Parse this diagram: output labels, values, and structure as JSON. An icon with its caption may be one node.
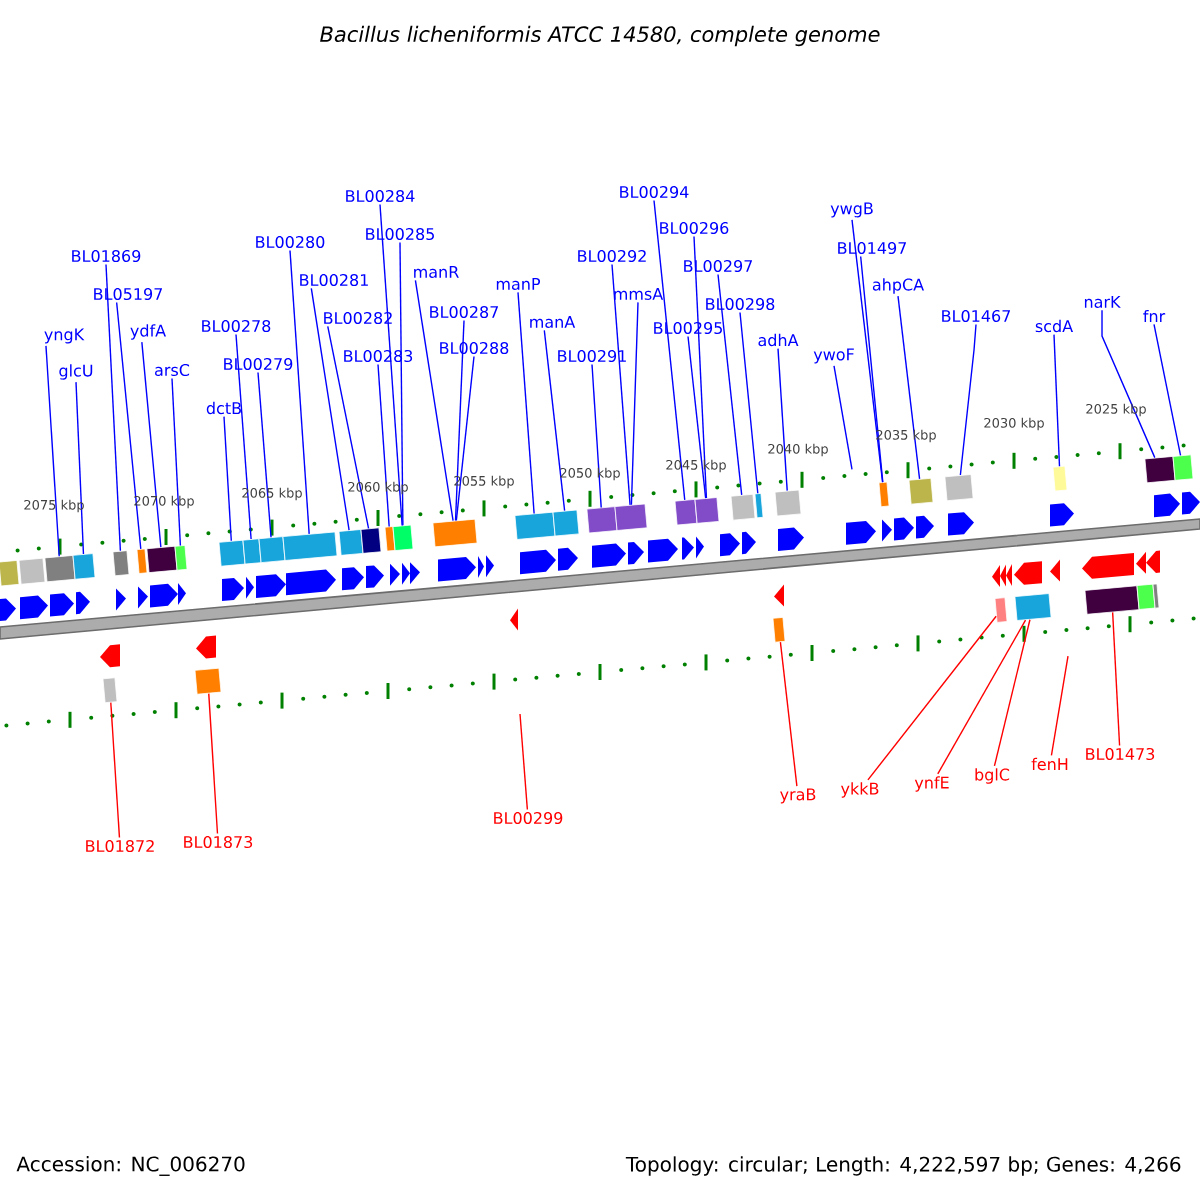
{
  "diagram": {
    "title": "*Bacillus licheniformis* ATCC 14580, complete genome",
    "nodes": [
      {
        "text": [
          "yngK"
        ]
      },
      {
        "text": [
          "glcU"
        ]
      },
      {
        "text": [
          "BL01869"
        ]
      },
      {
        "text": [
          "BL05197"
        ]
      },
      {
        "text": [
          "ydfA"
        ]
      },
      {
        "text": [
          "arsC"
        ]
      },
      {
        "text": [
          "BL00278"
        ]
      },
      {
        "text": [
          "BL00279"
        ]
      },
      {
        "text": [
          "dctB"
        ]
      },
      {
        "text": [
          "BL00280"
        ]
      },
      {
        "text": [
          "BL00281"
        ]
      },
      {
        "text": [
          "BL00282"
        ]
      },
      {
        "text": [
          "BL00283"
        ]
      },
      {
        "text": [
          "BL00284"
        ]
      },
      {
        "text": [
          "BL00285"
        ]
      },
      {
        "text": [
          "manR"
        ]
      },
      {
        "text": [
          "BL00287"
        ]
      },
      {
        "text": [
          "BL00288"
        ]
      },
      {
        "text": [
          "manP"
        ]
      },
      {
        "text": [
          "manA"
        ]
      },
      {
        "text": [
          "BL00291"
        ]
      },
      {
        "text": [
          "BL00292"
        ]
      },
      {
        "text": [
          "mmsA"
        ]
      },
      {
        "text": [
          "BL00294"
        ]
      },
      {
        "text": [
          "BL00295"
        ]
      },
      {
        "text": [
          "BL00296"
        ]
      },
      {
        "text": [
          "BL00297"
        ]
      },
      {
        "text": [
          "BL00298"
        ]
      },
      {
        "text": [
          "adhA"
        ]
      },
      {
        "text": [
          "ywoF"
        ]
      },
      {
        "text": [
          "ywgB"
        ]
      },
      {
        "text": [
          "BL01497"
        ]
      },
      {
        "text": [
          "ahpCA"
        ]
      },
      {
        "text": [
          "BL01467"
        ]
      },
      {
        "text": [
          "scdA"
        ]
      },
      {
        "text": [
          "narK"
        ]
      },
      {
        "text": [
          "fnr"
        ]
      },
      {
        "text": [
          "BL01872"
        ]
      },
      {
        "text": [
          "BL01873"
        ]
      },
      {
        "text": [
          "BL00299"
        ]
      },
      {
        "text": [
          "yraB"
        ]
      },
      {
        "text": [
          "ykkB"
        ]
      },
      {
        "text": [
          "ynfE"
        ]
      },
      {
        "text": [
          "bglC"
        ]
      },
      {
        "text": [
          "fenH"
        ]
      },
      {
        "text": [
          "BL01473"
        ]
      },
      {
        "text": [],
        "shape": "box"
      },
      {
        "text": [],
        "shape": "box"
      },
      {
        "text": [],
        "shape": "box"
      },
      {
        "text": [],
        "shape": "box"
      },
      {
        "text": [],
        "shape": "box"
      },
      {
        "text": [],
        "shape": "box"
      },
      {
        "text": [],
        "shape": "box"
      },
      {
        "text": [],
        "shape": "box"
      },
      {
        "text": [],
        "shape": "box"
      },
      {
        "text": [],
        "shape": "box"
      },
      {
        "text": [],
        "shape": "box"
      },
      {
        "text": [],
        "shape": "box"
      },
      {
        "text": [],
        "shape": "box"
      },
      {
        "text": [],
        "shape": "box"
      },
      {
        "text": [],
        "shape": "box"
      },
      {
        "text": [],
        "shape": "box"
      },
      {
        "text": [],
        "shape": "box"
      },
      {
        "text": [],
        "shape": "box"
      },
      {
        "text": [],
        "shape": "box"
      },
      {
        "text": [],
        "shape": "box"
      },
      {
        "text": [],
        "shape": "box"
      },
      {
        "text": [],
        "shape": "box"
      },
      {
        "text": [],
        "shape": "box"
      },
      {
        "text": [],
        "shape": "box"
      },
      {
        "text": [],
        "shape": "box"
      },
      {
        "text": [],
        "shape": "box"
      },
      {
        "text": [],
        "shape": "box"
      },
      {
        "text": [],
        "shape": "box"
      },
      {
        "text": [],
        "shape": "box"
      },
      {
        "text": [],
        "shape": "box"
      },
      {
        "text": [],
        "shape": "box"
      },
      {
        "text": [],
        "shape": "box"
      },
      {
        "text": [],
        "shape": "box"
      },
      {
        "text": [],
        "shape": "box"
      },
      {
        "text": [],
        "shape": "box"
      },
      {
        "text": [],
        "shape": "box"
      },
      {
        "text": [],
        "shape": "box"
      },
      {
        "text": [],
        "shape": "box"
      },
      {
        "text": [],
        "shape": "box"
      },
      {
        "text": [],
        "shape": "box"
      }
    ],
    "edges": [
      {
        "from": 0,
        "to": 48,
        "arrow": "none"
      },
      {
        "from": 1,
        "to": 49,
        "arrow": "none"
      },
      {
        "from": 2,
        "to": 50,
        "arrow": "none"
      },
      {
        "from": 3,
        "to": 51,
        "arrow": "none"
      },
      {
        "from": 4,
        "to": 52,
        "arrow": "none"
      },
      {
        "from": 5,
        "to": 53,
        "arrow": "none"
      },
      {
        "from": 6,
        "to": 55,
        "arrow": "none"
      },
      {
        "from": 7,
        "to": 56,
        "arrow": "none"
      },
      {
        "from": 8,
        "to": 54,
        "arrow": "none"
      },
      {
        "from": 9,
        "to": 57,
        "arrow": "none"
      },
      {
        "from": 10,
        "to": 58,
        "arrow": "none"
      },
      {
        "from": 11,
        "to": 59,
        "arrow": "none"
      },
      {
        "from": 12,
        "to": 60,
        "arrow": "none"
      },
      {
        "from": 13,
        "to": 61,
        "arrow": "none"
      },
      {
        "from": 14,
        "to": 61,
        "arrow": "none"
      },
      {
        "from": 15,
        "to": 62,
        "arrow": "none"
      },
      {
        "from": 16,
        "to": 62,
        "arrow": "none"
      },
      {
        "from": 17,
        "to": 62,
        "arrow": "none"
      },
      {
        "from": 18,
        "to": 63,
        "arrow": "none"
      },
      {
        "from": 19,
        "to": 64,
        "arrow": "none"
      },
      {
        "from": 20,
        "to": 65,
        "arrow": "none"
      },
      {
        "from": 21,
        "to": 66,
        "arrow": "none"
      },
      {
        "from": 22,
        "to": 66,
        "arrow": "none"
      },
      {
        "from": 23,
        "to": 67,
        "arrow": "none"
      },
      {
        "from": 24,
        "to": 68,
        "arrow": "none"
      },
      {
        "from": 25,
        "to": 68,
        "arrow": "none"
      },
      {
        "from": 26,
        "to": 69,
        "arrow": "none"
      },
      {
        "from": 27,
        "to": 70,
        "arrow": "none"
      },
      {
        "from": 28,
        "to": 71,
        "arrow": "none"
      },
      {
        "from": 29,
        "to": null,
        "arrow": "none"
      },
      {
        "from": 30,
        "to": 72,
        "arrow": "none"
      },
      {
        "from": 31,
        "to": 72,
        "arrow": "none"
      },
      {
        "from": 32,
        "to": 73,
        "arrow": "none"
      },
      {
        "from": 33,
        "to": 74,
        "arrow": "none"
      },
      {
        "from": 34,
        "to": 75,
        "arrow": "none"
      },
      {
        "from": 35,
        "to": 76,
        "arrow": "none"
      },
      {
        "from": 36,
        "to": 77,
        "arrow": "none"
      },
      {
        "from": 37,
        "to": 78,
        "arrow": "none",
        "color": "#ff0000"
      },
      {
        "from": 38,
        "to": 79,
        "arrow": "none",
        "color": "#ff0000"
      },
      {
        "from": 39,
        "to": null,
        "arrow": "none",
        "color": "#ff0000"
      },
      {
        "from": 40,
        "to": 80,
        "arrow": "none",
        "color": "#ff0000"
      },
      {
        "from": 41,
        "to": 81,
        "arrow": "none",
        "color": "#ff0000"
      },
      {
        "from": 42,
        "to": 82,
        "arrow": "none",
        "color": "#ff0000"
      },
      {
        "from": 43,
        "to": 82,
        "arrow": "none",
        "color": "#ff0000"
      },
      {
        "from": 44,
        "to": null,
        "arrow": "none",
        "color": "#ff0000"
      },
      {
        "from": 45,
        "to": 83,
        "arrow": "none",
        "color": "#ff0000"
      }
    ],
    "labels": [
      "2075 kbp",
      "2070 kbp",
      "2065 kbp",
      "2060 kbp",
      "2055 kbp",
      "2050 kbp",
      "2045 kbp",
      "2040 kbp",
      "2035 kbp",
      "2030 kbp",
      "2025 kbp",
      "Accession: NC_006270",
      "Topology: circular; Length: 4,222,597 bp; Genes: 4,266"
    ]
  }
}
